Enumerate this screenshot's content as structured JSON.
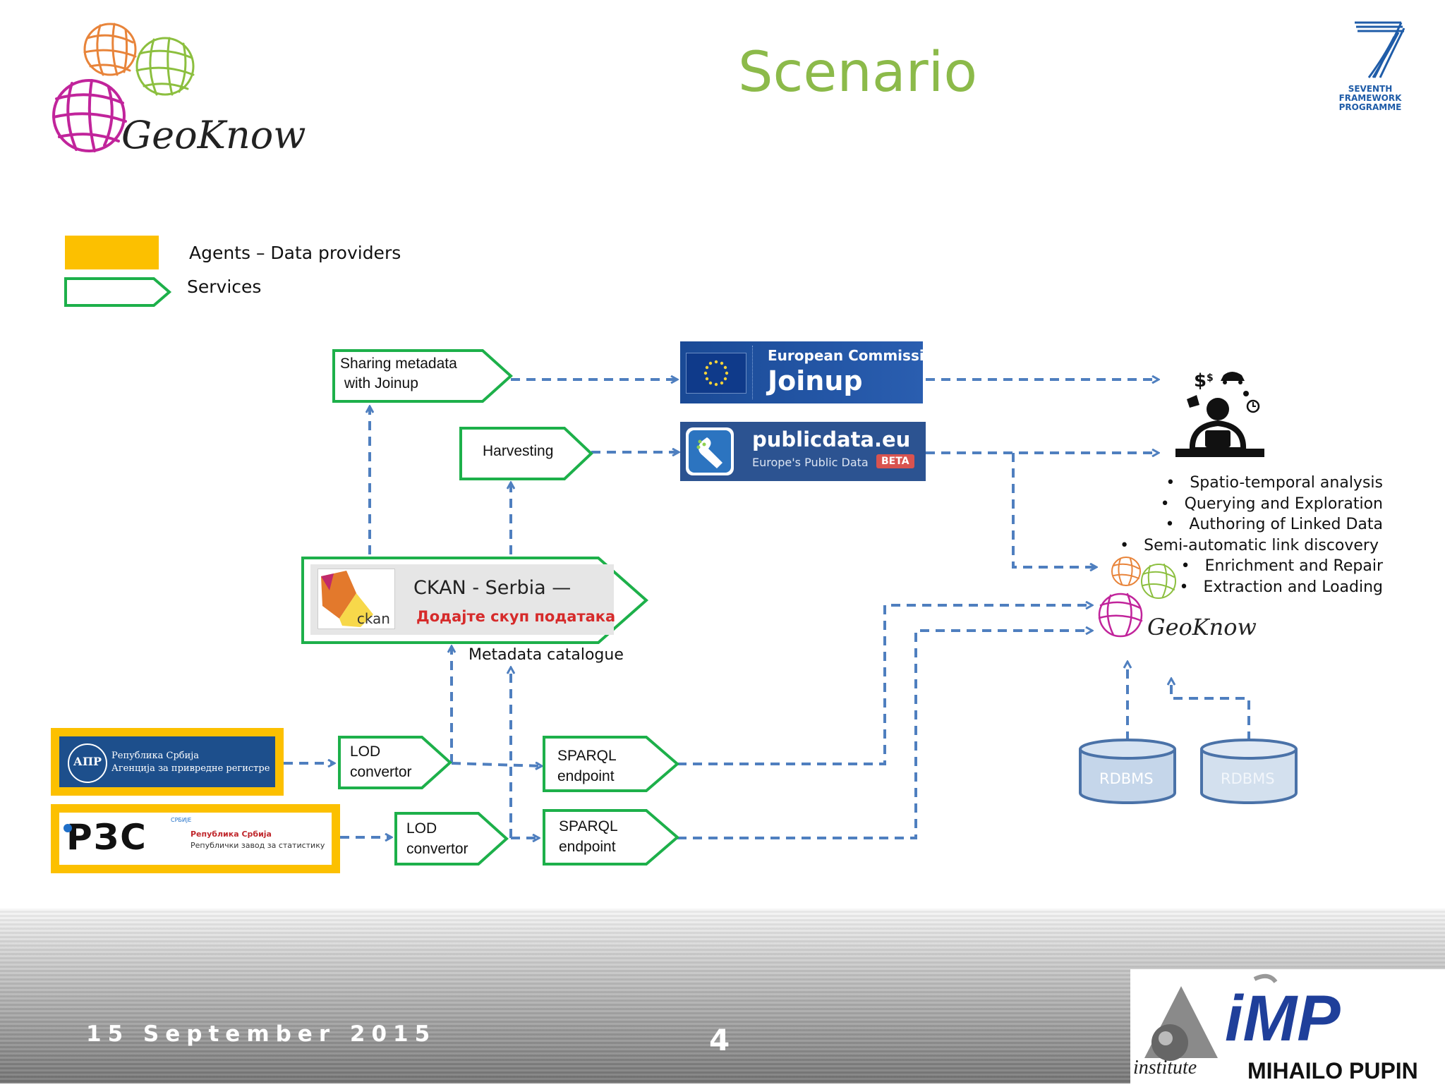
{
  "slide": {
    "title": "Scenario",
    "date": "15 September 2015",
    "page_number": "4"
  },
  "logos": {
    "geoknow": "GeoKnow",
    "fp7": "SEVENTH FRAMEWORK PROGRAMME",
    "imp_institute": "institute",
    "imp_name": "MIHAILO PUPIN",
    "imp_letters": "iMP"
  },
  "legend": {
    "agents_label": "Agents – Data providers",
    "services_label": "Services",
    "agents_color": "#fcc000",
    "services_color": "#1db04a"
  },
  "services": {
    "sharing": [
      "Sharing metadata",
      " with Joinup"
    ],
    "harvesting": "Harvesting",
    "lod1": [
      "LOD",
      "convertor"
    ],
    "lod2": [
      "LOD",
      "convertor"
    ],
    "sparql1": [
      "SPARQL",
      "endpoint"
    ],
    "sparql2": [
      "SPARQL",
      "endpoint"
    ]
  },
  "ckan": {
    "name": "CKAN - Serbia —",
    "subtitle": "Додајте скуп података",
    "logo_text": "ckan",
    "caption": "Metadata catalogue"
  },
  "joinup": {
    "line1": "European Commission",
    "line2": "Joinup"
  },
  "publicdata": {
    "name": "publicdata.eu",
    "tagline": "Europe's Public Data",
    "badge": "BETA"
  },
  "agents": {
    "apr": [
      "Република Србија",
      "Агенција за привредне регистре"
    ],
    "apr_logo": "АПР",
    "rzs_logo": "РЗС",
    "rzs_small": "СРБИЈЕ",
    "rzs": [
      "Република Србија",
      "Републички завод за статистику"
    ]
  },
  "geoknow_functions": [
    "Spatio-temporal analysis",
    "Querying and Exploration",
    "Authoring of Linked Data",
    "Semi-automatic link discovery",
    "Enrichment and Repair",
    "Extraction and Loading"
  ],
  "databases": [
    "RDBMS",
    "RDBMS"
  ],
  "colors": {
    "title": "#8cba4a",
    "arrow": "#4f7fbf",
    "service_border": "#1db04a",
    "agent_border": "#fcc000",
    "db_fill": "#c5d6ea",
    "db_stroke": "#4a72a8"
  }
}
